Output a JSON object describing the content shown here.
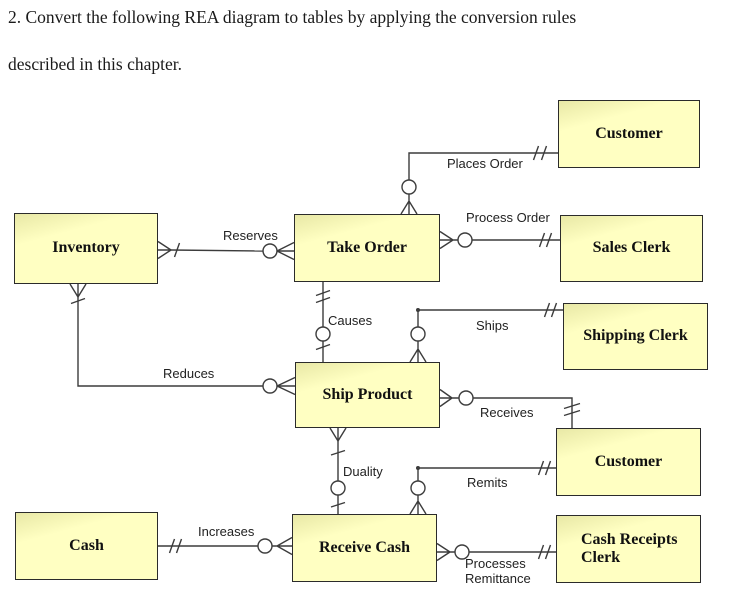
{
  "title": {
    "line1": "2. Convert the following REA diagram to tables by applying the conversion rules",
    "line2": "described in this chapter."
  },
  "colors": {
    "background": "#FFFFFF",
    "entity_fill": "#FFFFC2",
    "entity_fill_shade": "#E8E8A6",
    "entity_border": "#2B2B2B",
    "connector": "#3C3C3C",
    "label_text": "#222222"
  },
  "entities": {
    "customer_top": {
      "label": "Customer"
    },
    "inventory": {
      "label": "Inventory"
    },
    "take_order": {
      "label": "Take Order"
    },
    "sales_clerk": {
      "label": "Sales Clerk"
    },
    "shipping_clerk": {
      "label": "Shipping Clerk"
    },
    "ship_product": {
      "label": "Ship Product"
    },
    "customer_mid": {
      "label": "Customer"
    },
    "cash": {
      "label": "Cash"
    },
    "receive_cash": {
      "label": "Receive Cash"
    },
    "cash_receipts_clerk": {
      "label": "Cash Receipts Clerk"
    }
  },
  "relationships": {
    "places_order": "Places Order",
    "process_order": "Process Order",
    "reserves": "Reserves",
    "causes": "Causes",
    "ships": "Ships",
    "reduces": "Reduces",
    "receives": "Receives",
    "duality": "Duality",
    "remits": "Remits",
    "increases": "Increases",
    "processes_remittance": "Processes Remittance"
  }
}
